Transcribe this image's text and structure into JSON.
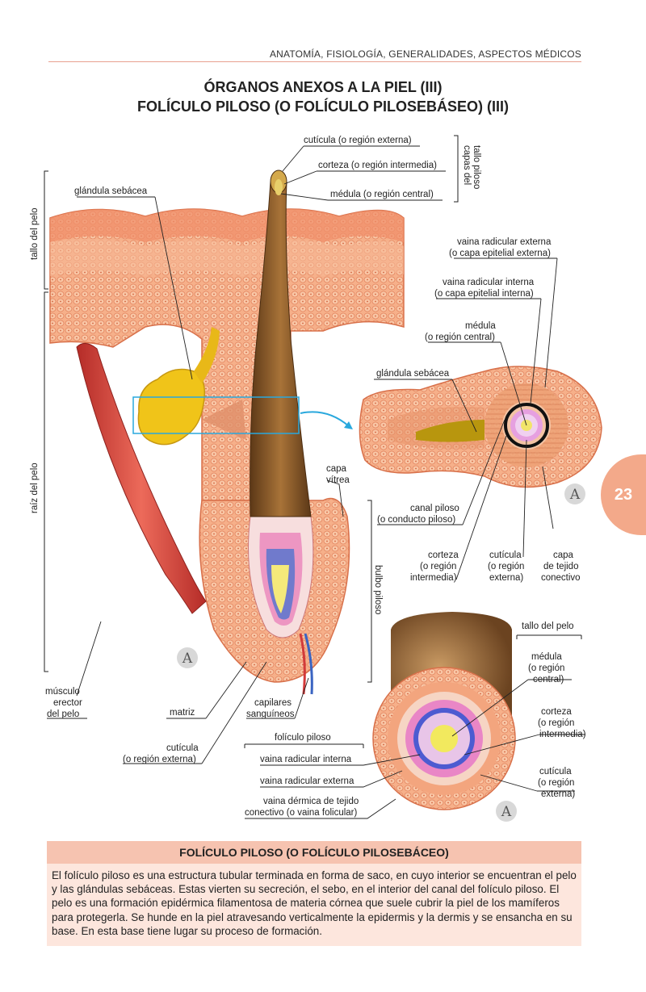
{
  "header": "ANATOMÍA, FISIOLOGÍA, GENERALIDADES, ASPECTOS MÉDICOS",
  "title_line1": "ÓRGANOS ANEXOS A LA PIEL (III)",
  "title_line2": "FOLÍCULO PILOSO (O FOLÍCULO PILOSEBÁSEO) (III)",
  "page_number": "23",
  "labels": {
    "cuticula_ext": "cutícula (o región externa)",
    "corteza_int": "corteza (o región intermedia)",
    "medula_cent": "médula (o región central)",
    "capas_tallo_1": "capas del",
    "capas_tallo_2": "tallo piloso",
    "glandula": "glándula sebácea",
    "tallo_pelo": "tallo del pelo",
    "raiz_pelo": "raíz del pelo",
    "vaina_ext_1": "vaina radicular externa",
    "vaina_ext_2": "(o capa epitelial externa)",
    "vaina_int_1": "vaina radicular interna",
    "vaina_int_2": "(o capa epitelial interna)",
    "medula_1": "médula",
    "medula_2": "(o región central)",
    "glandula_2": "glándula sebácea",
    "capa_vitrea_1": "capa",
    "capa_vitrea_2": "vítrea",
    "canal_1": "canal piloso",
    "canal_2": "(o conducto piloso)",
    "corteza2_1": "corteza",
    "corteza2_2": "(o región",
    "corteza2_3": "intermedia)",
    "cuticula2_1": "cutícula",
    "cuticula2_2": "(o región",
    "cuticula2_3": "externa)",
    "capa_tejido_1": "capa",
    "capa_tejido_2": "de tejido",
    "capa_tejido_3": "conectivo",
    "bulbo": "bulbo piloso",
    "tallo_pelo_2": "tallo del pelo",
    "medula3_1": "médula",
    "medula3_2": "(o región",
    "medula3_3": "central)",
    "corteza3_1": "corteza",
    "corteza3_2": "(o región",
    "corteza3_3": "intermedia)",
    "cuticula3_1": "cutícula",
    "cuticula3_2": "(o región",
    "cuticula3_3": "externa)",
    "musculo_1": "músculo",
    "musculo_2": "erector",
    "musculo_3": "del pelo",
    "matriz": "matriz",
    "capilares_1": "capilares",
    "capilares_2": "sanguíneos",
    "cuticula4_1": "cutícula",
    "cuticula4_2": "(o región externa)",
    "foliculo": "folículo piloso",
    "vaina_rad_int": "vaina radicular interna",
    "vaina_rad_ext": "vaina radicular externa",
    "vaina_derm_1": "vaina dérmica de tejido",
    "vaina_derm_2": "conectivo (o vaina folicular)",
    "letter_a": "A"
  },
  "box": {
    "title": "FOLÍCULO PILOSO (O FOLÍCULO PILOSEBÁCEO)",
    "text": "El folículo piloso es una estructura tubular terminada en forma de saco, en cuyo interior se encuentran el pelo y las glándulas sebáceas. Estas vierten su secreción, el sebo, en el interior del canal del folículo piloso. El pelo es una formación epidérmica filamentosa de materia córnea que suele cubrir la piel de los mamíferos para protegerla. Se hunde en la piel atravesando verticalmente la epidermis y la dermis y se ensancha en su base. En esta base tiene lugar su proceso de formación."
  },
  "colors": {
    "skin": "#f4a77e",
    "skin_dark": "#e07a55",
    "hair": "#8b5a2b",
    "gland": "#f0c419",
    "muscle": "#d9463d",
    "cyan": "#29a8dd",
    "tab": "#f3a98a"
  }
}
